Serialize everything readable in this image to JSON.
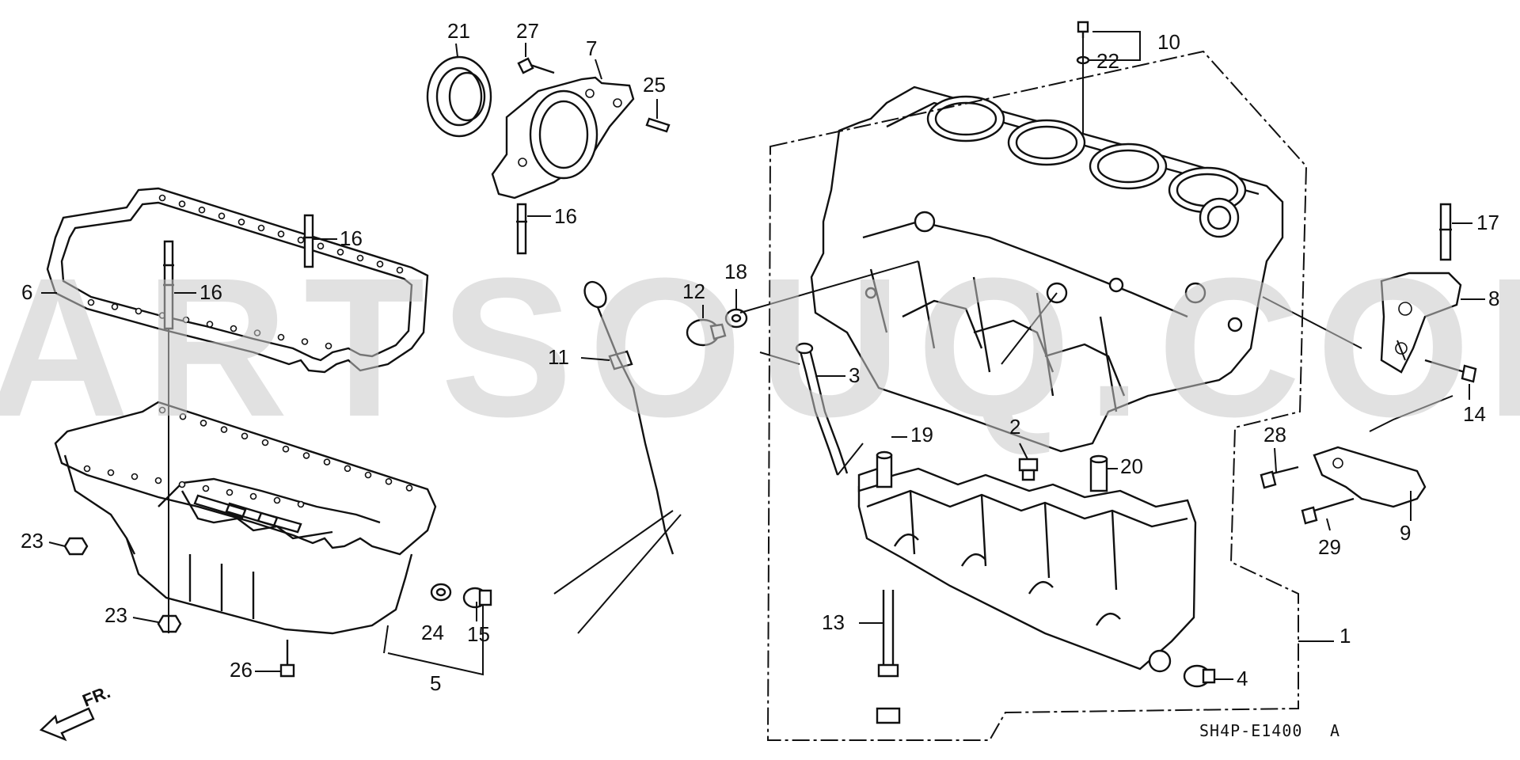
{
  "diagram": {
    "callouts": [
      "1",
      "2",
      "3",
      "4",
      "5",
      "6",
      "7",
      "8",
      "9",
      "10",
      "11",
      "12",
      "13",
      "14",
      "15",
      "16",
      "16",
      "16",
      "17",
      "18",
      "19",
      "20",
      "21",
      "22",
      "23",
      "23",
      "24",
      "25",
      "26",
      "27",
      "28",
      "29"
    ],
    "direction_label": "FR.",
    "diagram_code": "SH4P-E1400",
    "diagram_variant": "A",
    "watermark": "PARTSOUQ.COM"
  },
  "colors": {
    "line": "#111111",
    "watermark": "#c9c9c9",
    "background": "#ffffff"
  }
}
